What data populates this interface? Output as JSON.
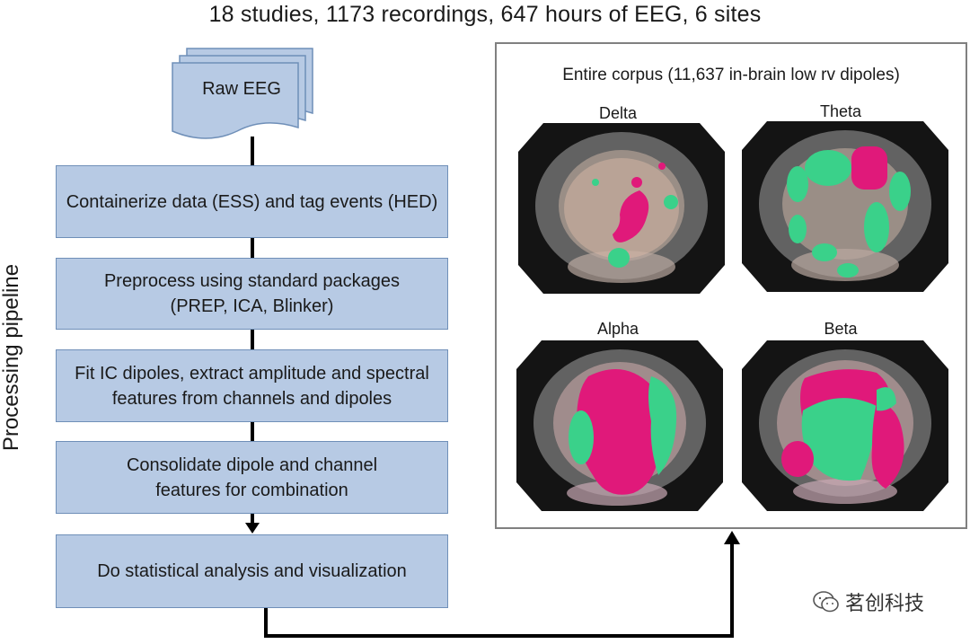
{
  "header": {
    "title": "18 studies, 1173 recordings, 647 hours of EEG, 6 sites"
  },
  "sidebar": {
    "label": "Processing pipeline"
  },
  "pipeline": {
    "input": "Raw EEG",
    "steps": [
      {
        "lines": [
          "Containerize data (ESS) and tag events (HED)"
        ]
      },
      {
        "lines": [
          "Preprocess using standard packages",
          "(PREP, ICA, Blinker)"
        ]
      },
      {
        "lines": [
          "Fit IC dipoles, extract amplitude and spectral",
          "features from channels and dipoles"
        ]
      },
      {
        "lines": [
          "Consolidate dipole and channel",
          "features for combination"
        ]
      },
      {
        "lines": [
          "Do statistical analysis and visualization"
        ]
      }
    ]
  },
  "corpus": {
    "title": "Entire corpus (11,637 in-brain low rv dipoles)",
    "bands": [
      "Delta",
      "Theta",
      "Alpha",
      "Beta"
    ]
  },
  "colors": {
    "box_fill": "#b7cae4",
    "box_border": "#6f8fb8",
    "magenta": "#e0197a",
    "green": "#3ad18a"
  },
  "watermark": {
    "text": "茗创科技",
    "icon": "wechat-icon"
  }
}
